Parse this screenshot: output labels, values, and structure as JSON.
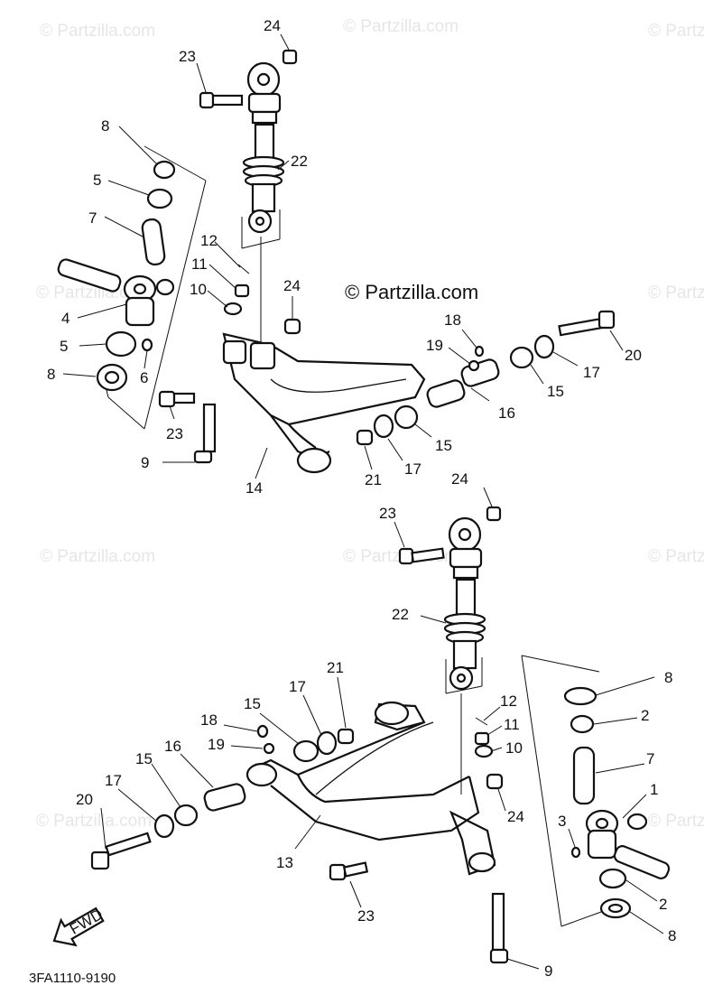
{
  "watermarks": {
    "brand_small": "© Partzilla.com",
    "brand_center": "© Partzilla.com"
  },
  "diagram_code": "3FA1110-9190",
  "direction_label": "FWD",
  "callouts_top": [
    "24",
    "23",
    "22",
    "8",
    "5",
    "7",
    "12",
    "11",
    "10",
    "24",
    "4",
    "5",
    "6",
    "8",
    "23",
    "9",
    "14",
    "21",
    "17",
    "15",
    "16",
    "19",
    "18",
    "20",
    "17",
    "15"
  ],
  "callouts_bottom": [
    "24",
    "23",
    "22",
    "21",
    "17",
    "15",
    "18",
    "19",
    "16",
    "15",
    "17",
    "20",
    "12",
    "11",
    "10",
    "24",
    "13",
    "23",
    "9",
    "8",
    "2",
    "7",
    "1",
    "3",
    "2",
    "8"
  ],
  "colors": {
    "ink": "#111111",
    "watermark": "#e6e6e6",
    "paper": "#ffffff"
  }
}
